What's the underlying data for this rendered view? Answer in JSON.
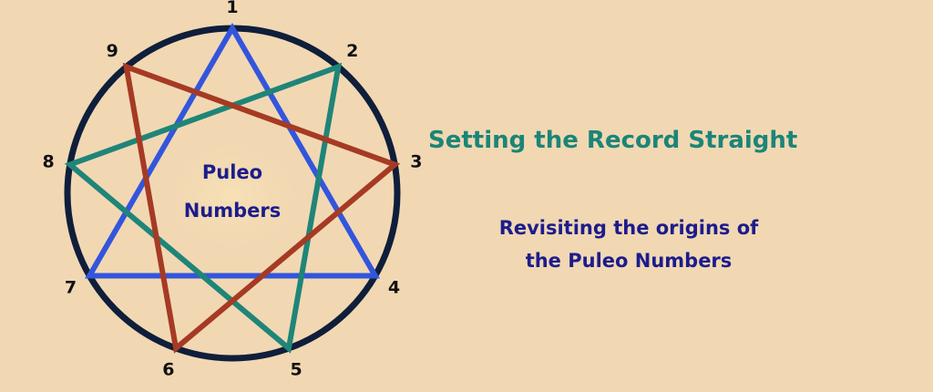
{
  "diagram": {
    "points": [
      {
        "label": "1",
        "angle": 0
      },
      {
        "label": "2",
        "angle": 40
      },
      {
        "label": "3",
        "angle": 80
      },
      {
        "label": "4",
        "angle": 120
      },
      {
        "label": "5",
        "angle": 160
      },
      {
        "label": "6",
        "angle": 200
      },
      {
        "label": "7",
        "angle": 240
      },
      {
        "label": "8",
        "angle": 280
      },
      {
        "label": "9",
        "angle": 320
      }
    ],
    "figures": [
      {
        "name": "triangle",
        "path": [
          "1",
          "4",
          "7"
        ],
        "color": "#3355dd"
      },
      {
        "name": "teal-star",
        "path": [
          "2",
          "5",
          "8"
        ],
        "color": "#1f8578"
      },
      {
        "name": "red-star",
        "path": [
          "3",
          "6",
          "9"
        ],
        "color": "#a63a24"
      }
    ],
    "circle_color": "#0f1e3a",
    "center_lines": [
      "Puleo",
      "Numbers"
    ],
    "center_color": "#1c1c8c"
  },
  "title": "Setting the Record Straight",
  "subtitle_lines": [
    "Revisiting the origins of",
    "the Puleo Numbers"
  ],
  "colors": {
    "background": "#f1d8b3",
    "title": "#1b8577",
    "subtitle": "#1c1c8c"
  }
}
